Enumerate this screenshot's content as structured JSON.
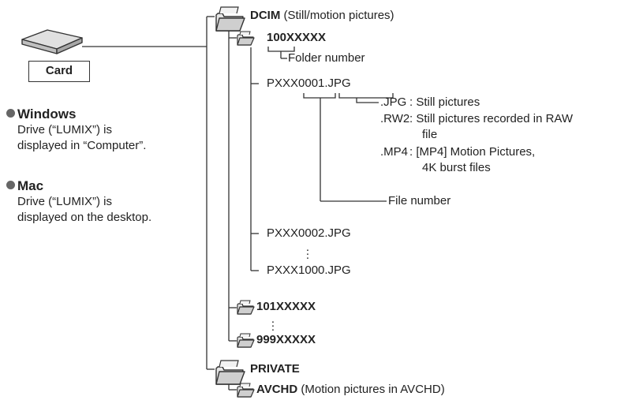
{
  "card": {
    "label": "Card"
  },
  "windows": {
    "title": "Windows",
    "line1": "Drive (“LUMIX”) is",
    "line2": "displayed in “Computer”."
  },
  "mac": {
    "title": "Mac",
    "line1": "Drive (“LUMIX”) is",
    "line2": "displayed on the desktop."
  },
  "tree": {
    "dcim": {
      "name": "DCIM",
      "desc": "(Still/motion pictures)"
    },
    "folder100": "100XXXXX",
    "folder_number": "Folder number",
    "file1": "PXXX0001.JPG",
    "ext_jpg": ".JPG",
    "ext_jpg_desc": ": Still pictures",
    "ext_rw2": ".RW2",
    "ext_rw2_desc1": ": Still pictures recorded in RAW",
    "ext_rw2_desc2": "file",
    "ext_mp4": ".MP4",
    "ext_mp4_desc1": ": [MP4] Motion Pictures,",
    "ext_mp4_desc2": "4K burst files",
    "file_number": "File number",
    "file2": "PXXX0002.JPG",
    "file1000": "PXXX1000.JPG",
    "folder101": "101XXXXX",
    "folder999": "999XXXXX",
    "private": "PRIVATE",
    "avchd": {
      "name": "AVCHD",
      "desc": "(Motion pictures in AVCHD)"
    }
  },
  "icons": {
    "card_device": "sd-card-reader-icon",
    "folder": "folder-icon"
  },
  "colors": {
    "line": "#333333",
    "folder_fill": "#d9d9d9",
    "bullet": "#666666"
  }
}
